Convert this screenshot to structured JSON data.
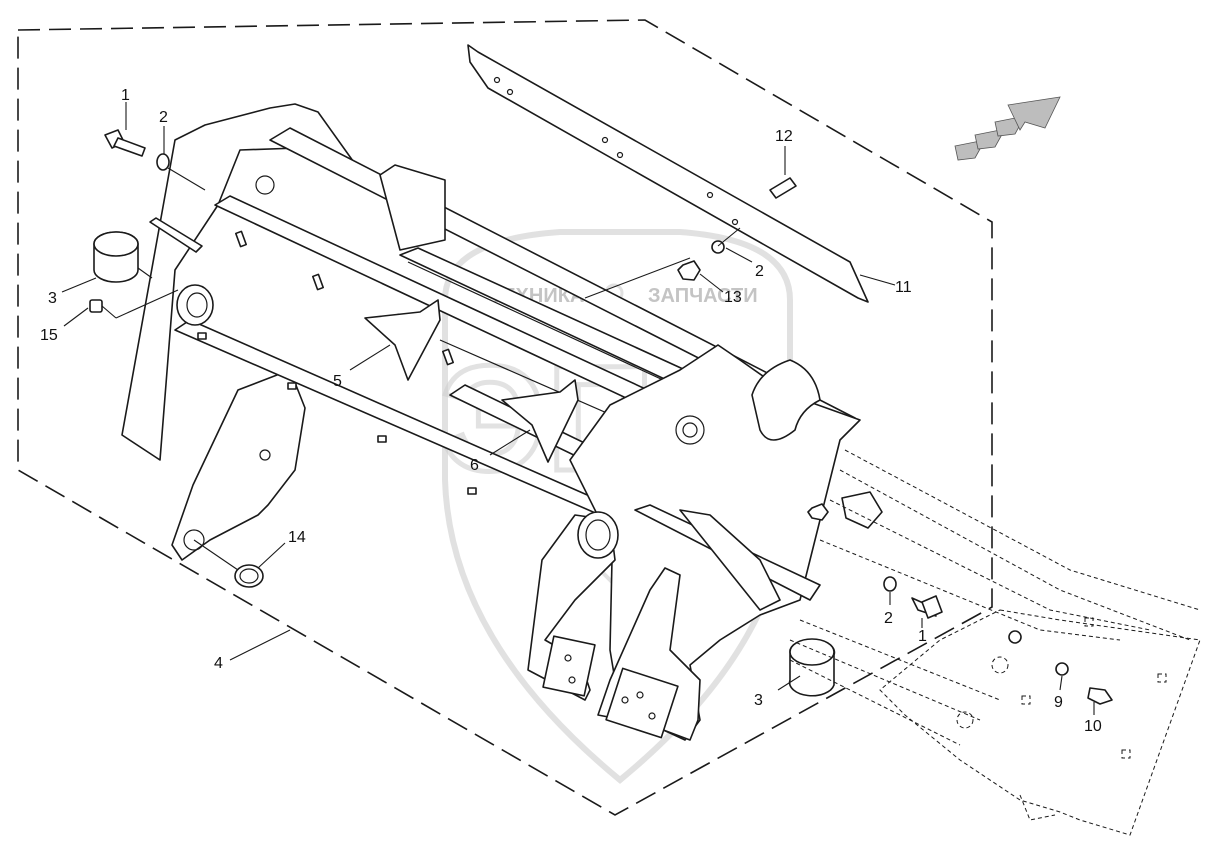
{
  "diagram": {
    "watermark": {
      "left_text": "ТЕХНИКА",
      "right_text": "ЗАПЧАСТИ",
      "letters": "ЭПФ"
    },
    "callouts": [
      {
        "id": "c1a",
        "label": "1"
      },
      {
        "id": "c2a",
        "label": "2"
      },
      {
        "id": "c3a",
        "label": "3"
      },
      {
        "id": "c15",
        "label": "15"
      },
      {
        "id": "c5",
        "label": "5"
      },
      {
        "id": "c6",
        "label": "6"
      },
      {
        "id": "c4",
        "label": "4"
      },
      {
        "id": "c14",
        "label": "14"
      },
      {
        "id": "c12",
        "label": "12"
      },
      {
        "id": "c2b",
        "label": "2"
      },
      {
        "id": "c13",
        "label": "13"
      },
      {
        "id": "c11",
        "label": "11"
      },
      {
        "id": "c2c",
        "label": "2"
      },
      {
        "id": "c1b",
        "label": "1"
      },
      {
        "id": "c3b",
        "label": "3"
      },
      {
        "id": "c9",
        "label": "9"
      },
      {
        "id": "c10",
        "label": "10"
      }
    ],
    "direction_icon": "arrow-direction-icon"
  }
}
